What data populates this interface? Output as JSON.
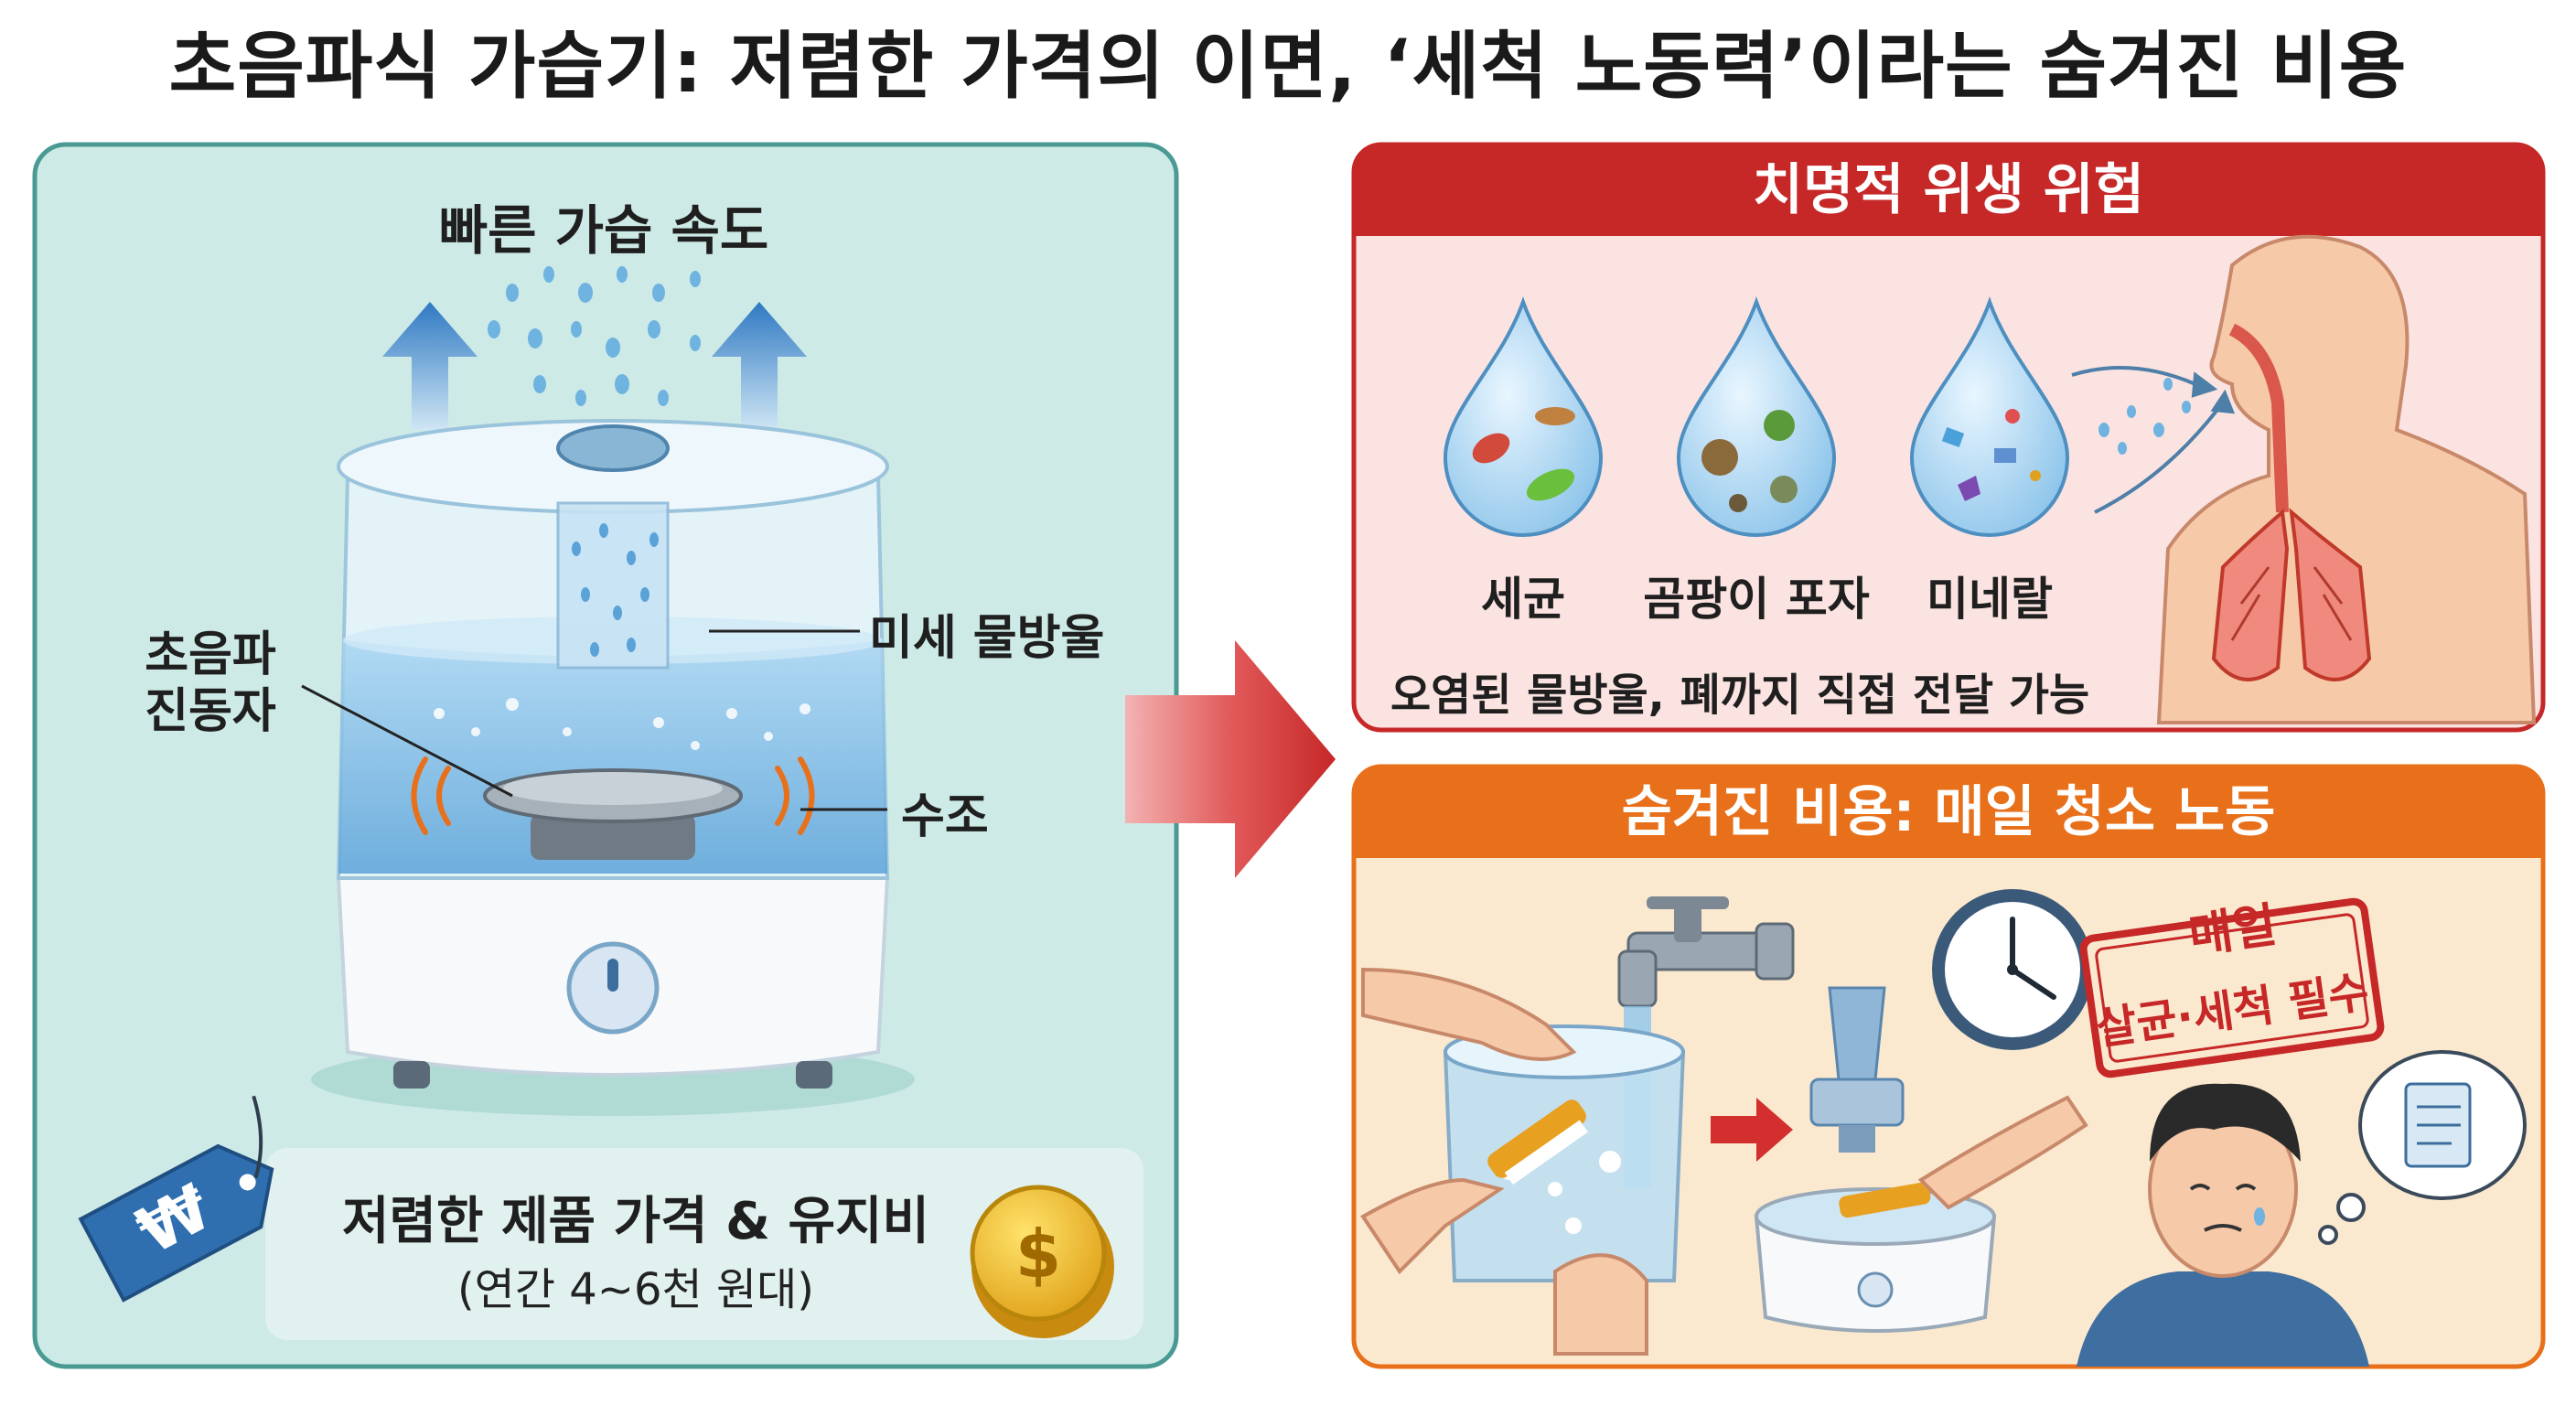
{
  "title": "초음파식 가습기: 저렴한 가격의 이면, ‘세척 노동력’이라는 숨겨진 비용",
  "left_panel": {
    "speed_label": "빠른 가습 속도",
    "transducer_label": "초음파\n진동자",
    "mist_label": "미세 물방울",
    "tank_label": "수조",
    "price_main": "저렴한 제품 가격 & 유지비",
    "price_sub": "(연간 4~6천 원대)",
    "tag_symbol": "₩",
    "coin_symbol": "$"
  },
  "hazard_panel": {
    "title": "치명적 위생 위험",
    "drops": [
      "세균",
      "곰팡이 포자",
      "미네랄"
    ],
    "caption": "오염된 물방울, 폐까지 직접 전달 가능"
  },
  "cost_panel": {
    "title": "숨겨진 비용: 매일 청소 노동",
    "stamp_line1": "매일",
    "stamp_line2": "살균·세척 필수"
  },
  "colors": {
    "left_bg": "#cdeae6",
    "left_border": "#4a9a94",
    "hazard_header": "#c62828",
    "hazard_bg": "#fbe3e1",
    "cost_header": "#e8701a",
    "cost_bg": "#fbe9cf",
    "arrow": "#d32f2f",
    "water": "#6fb3e0"
  },
  "icons": [
    "water-drop-icon",
    "ultrasonic-disc-icon",
    "price-tag-icon",
    "coin-icon",
    "lungs-icon",
    "bacteria-icon",
    "clock-icon",
    "faucet-icon",
    "brush-icon",
    "thought-bubble-icon",
    "stamp-icon"
  ]
}
